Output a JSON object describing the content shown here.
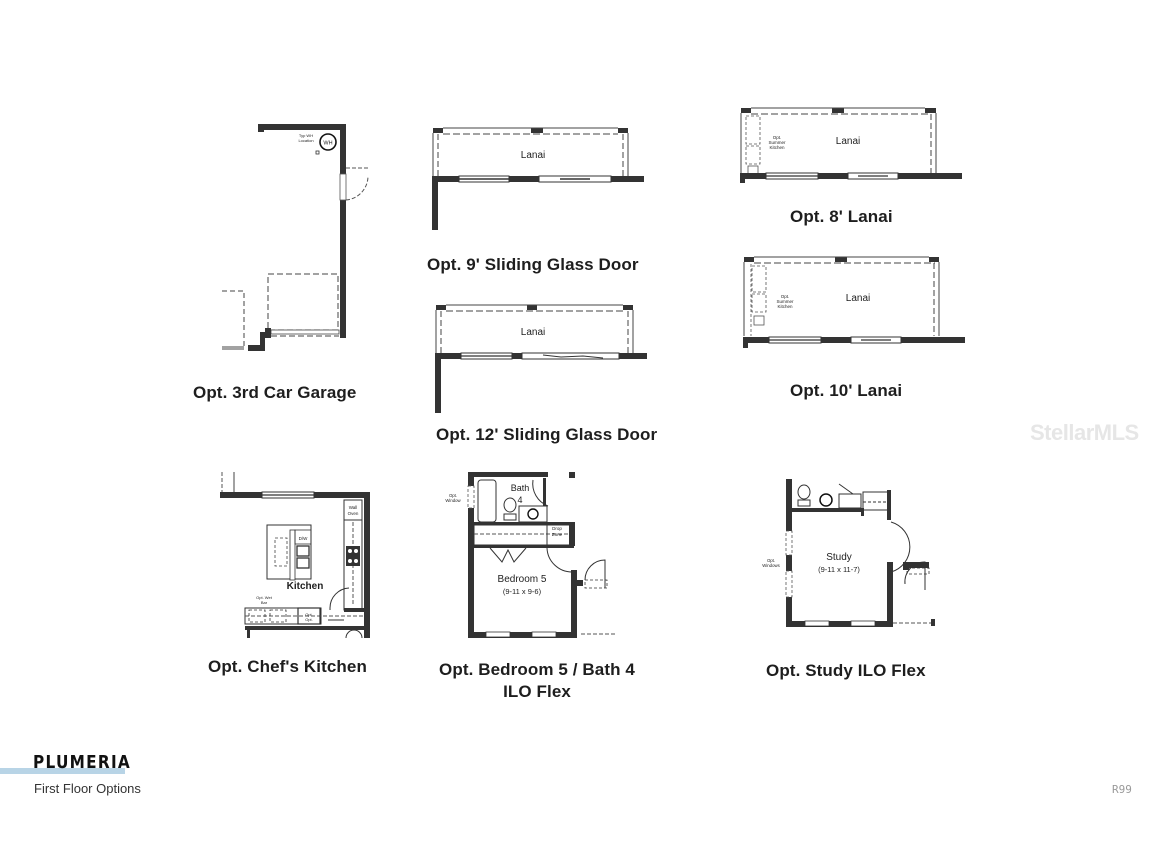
{
  "document": {
    "plan_name": "PLUMERIA",
    "subtitle": "First Floor Options",
    "watermark": "StellarMLS",
    "code": "R99",
    "accent_color": "#b8d4e6",
    "wall_color": "#333333"
  },
  "options": [
    {
      "id": "garage",
      "caption": "Opt. 3rd Car Garage",
      "labels": {
        "wh_note_1": "Typ WH",
        "wh_note_2": "Location",
        "wh": "WH"
      }
    },
    {
      "id": "sgd9",
      "caption": "Opt. 9' Sliding Glass Door",
      "labels": {
        "room": "Lanai"
      }
    },
    {
      "id": "lanai8",
      "caption": "Opt. 8' Lanai",
      "labels": {
        "room": "Lanai",
        "kitchen_1": "Opt.",
        "kitchen_2": "Summer",
        "kitchen_3": "Kitchen"
      }
    },
    {
      "id": "sgd12",
      "caption": "Opt. 12' Sliding Glass Door",
      "labels": {
        "room": "Lanai"
      }
    },
    {
      "id": "lanai10",
      "caption": "Opt. 10' Lanai",
      "labels": {
        "room": "Lanai",
        "kitchen_1": "Opt.",
        "kitchen_2": "Summer",
        "kitchen_3": "Kitchen"
      }
    },
    {
      "id": "chef",
      "caption": "Opt. Chef's Kitchen",
      "labels": {
        "room": "Kitchen",
        "wall_oven_1": "Wall",
        "wall_oven_2": "Oven",
        "dw": "D/W",
        "wet_bar_1": "Opt. Wet",
        "wet_bar_2": "Bar",
        "opt_opt_1": "Opt.",
        "opt_opt_2": "Opt."
      }
    },
    {
      "id": "bed5",
      "caption_line1": "Opt. Bedroom 5 / Bath 4",
      "caption_line2": "ILO Flex",
      "labels": {
        "bath_1": "Bath",
        "bath_2": "4",
        "window_1": "Opt.",
        "window_2": "Window",
        "drop_1": "Drop",
        "drop_2": "Zone",
        "room": "Bedroom 5",
        "dims": "(9-11 x 9-6)"
      }
    },
    {
      "id": "study",
      "caption": "Opt. Study ILO Flex",
      "labels": {
        "room": "Study",
        "dims": "(9-11 x 11-7)",
        "windows_1": "Opt.",
        "windows_2": "Windows"
      }
    }
  ]
}
